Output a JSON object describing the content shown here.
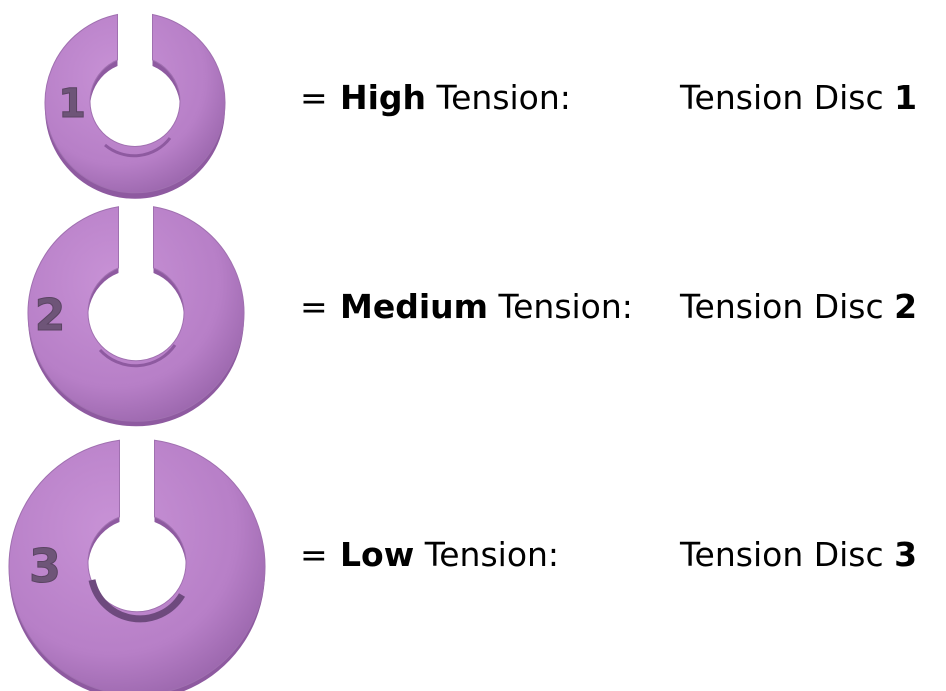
{
  "colors": {
    "disc_fill": "#B77FC7",
    "disc_shade": "#8E5AA0",
    "disc_highlight": "#D6ADE0",
    "number_color": "#6E5578",
    "text": "#000000",
    "background": "#FFFFFF"
  },
  "rows": [
    {
      "disc_number": "1",
      "equals": "=",
      "level": "High",
      "tension_word": "Tension:",
      "disc_label": "Tension Disc",
      "disc_label_number": "1"
    },
    {
      "disc_number": "2",
      "equals": "=",
      "level": "Medium",
      "tension_word": "Tension:",
      "disc_label": "Tension Disc",
      "disc_label_number": "2"
    },
    {
      "disc_number": "3",
      "equals": "=",
      "level": "Low",
      "tension_word": "Tension:",
      "disc_label": "Tension Disc",
      "disc_label_number": "3"
    }
  ]
}
